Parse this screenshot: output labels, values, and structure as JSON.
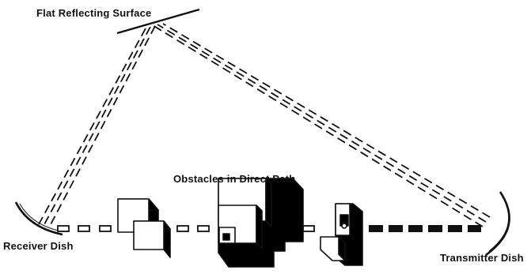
{
  "labels": {
    "surface": "Flat Reflecting Surface",
    "obstacles": "Obstacles in Direct Path",
    "receiver": "Receiver Dish",
    "transmitter": "Transmitter Dish"
  },
  "colors": {
    "ink": "#111111",
    "background": "#ffffff",
    "block_face": "#ffffff",
    "block_shadow": "#000000"
  }
}
